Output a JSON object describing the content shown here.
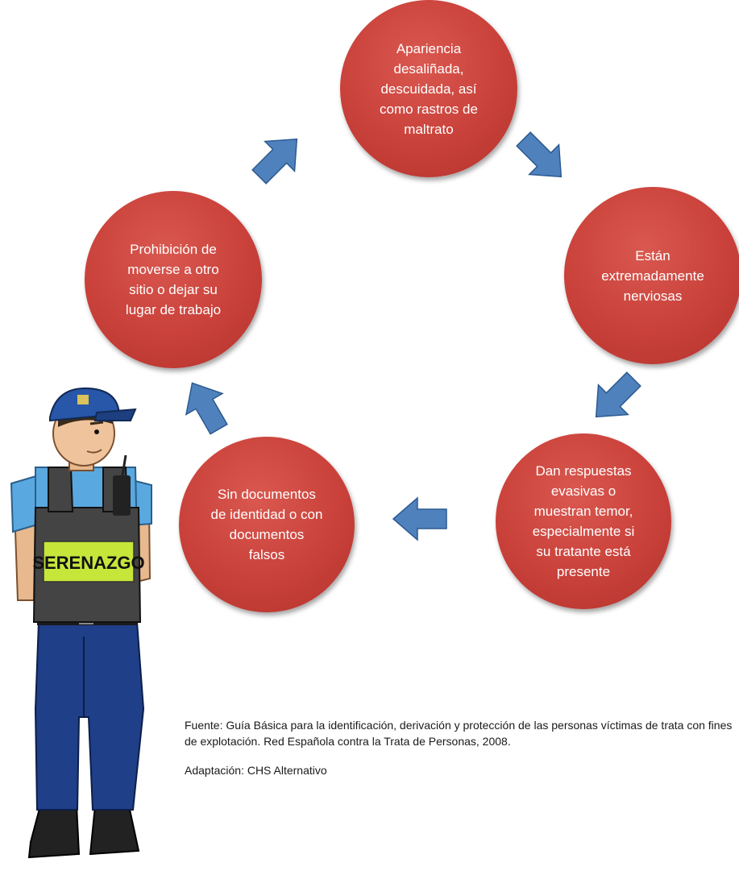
{
  "nodes": {
    "top": "Apariencia\ndesaliñada,\ndescuidada, así\ncomo rastros de\nmaltrato",
    "right": "Están\nextremadamente\nnerviosas",
    "bottom_right": "Dan respuestas\nevasivas o\nmuestran temor,\nespecialmente si\nsu tratante está\npresente",
    "bottom_left": "Sin documentos\nde identidad o con\ndocumentos\nfalsos",
    "left": "Prohibición de\nmoverse a otro\nsitio o dejar su\nlugar de trabajo"
  },
  "figure": {
    "vest_label": "SERENAZGO"
  },
  "colors": {
    "circle": "#c9413a",
    "arrow": "#4f81bd",
    "text": "#ffffff"
  },
  "source": {
    "line": "Fuente: Guía Básica para la identificación, derivación y protección de las personas víctimas de trata con fines de explotación. Red Española contra la Trata de Personas, 2008.",
    "adaptation": "Adaptación: CHS Alternativo"
  }
}
